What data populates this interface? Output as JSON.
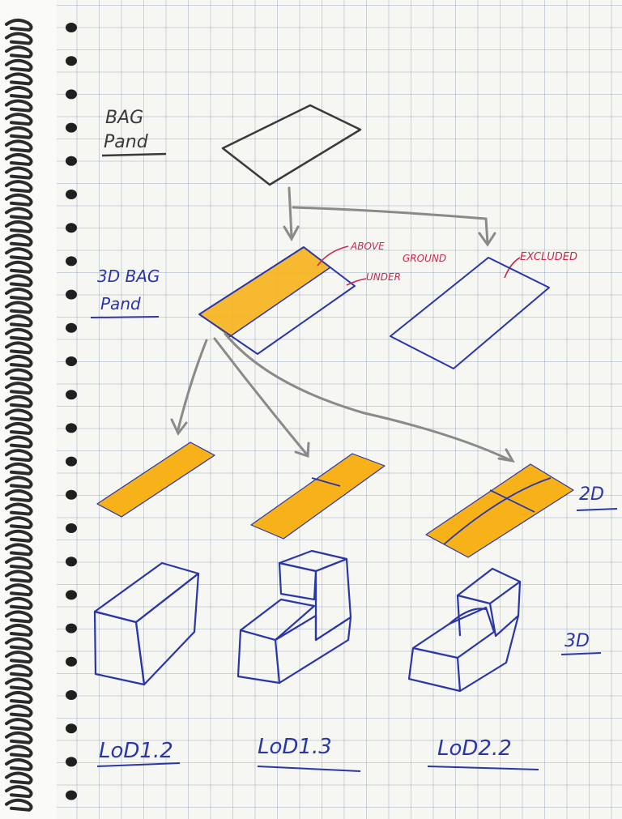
{
  "colors": {
    "pencil": "#3a3a3a",
    "blue_ink": "#2a36a8",
    "red_ink": "#c8284a",
    "highlight": "#f7b21a",
    "arrow_grey": "#8a8a8a"
  },
  "labels": {
    "bag_pand_line1": "BAG",
    "bag_pand_line2": "Pand",
    "bag3d_line1": "3D BAG",
    "bag3d_line2": "Pand",
    "above_line1": "ABOVE",
    "above_line2": "GROUND",
    "under": "UNDER",
    "excluded": "EXCLUDED",
    "label_2d": "2D",
    "label_3d": "3D",
    "lod12": "LoD1.2",
    "lod13": "LoD1.3",
    "lod22": "LoD2.2"
  }
}
